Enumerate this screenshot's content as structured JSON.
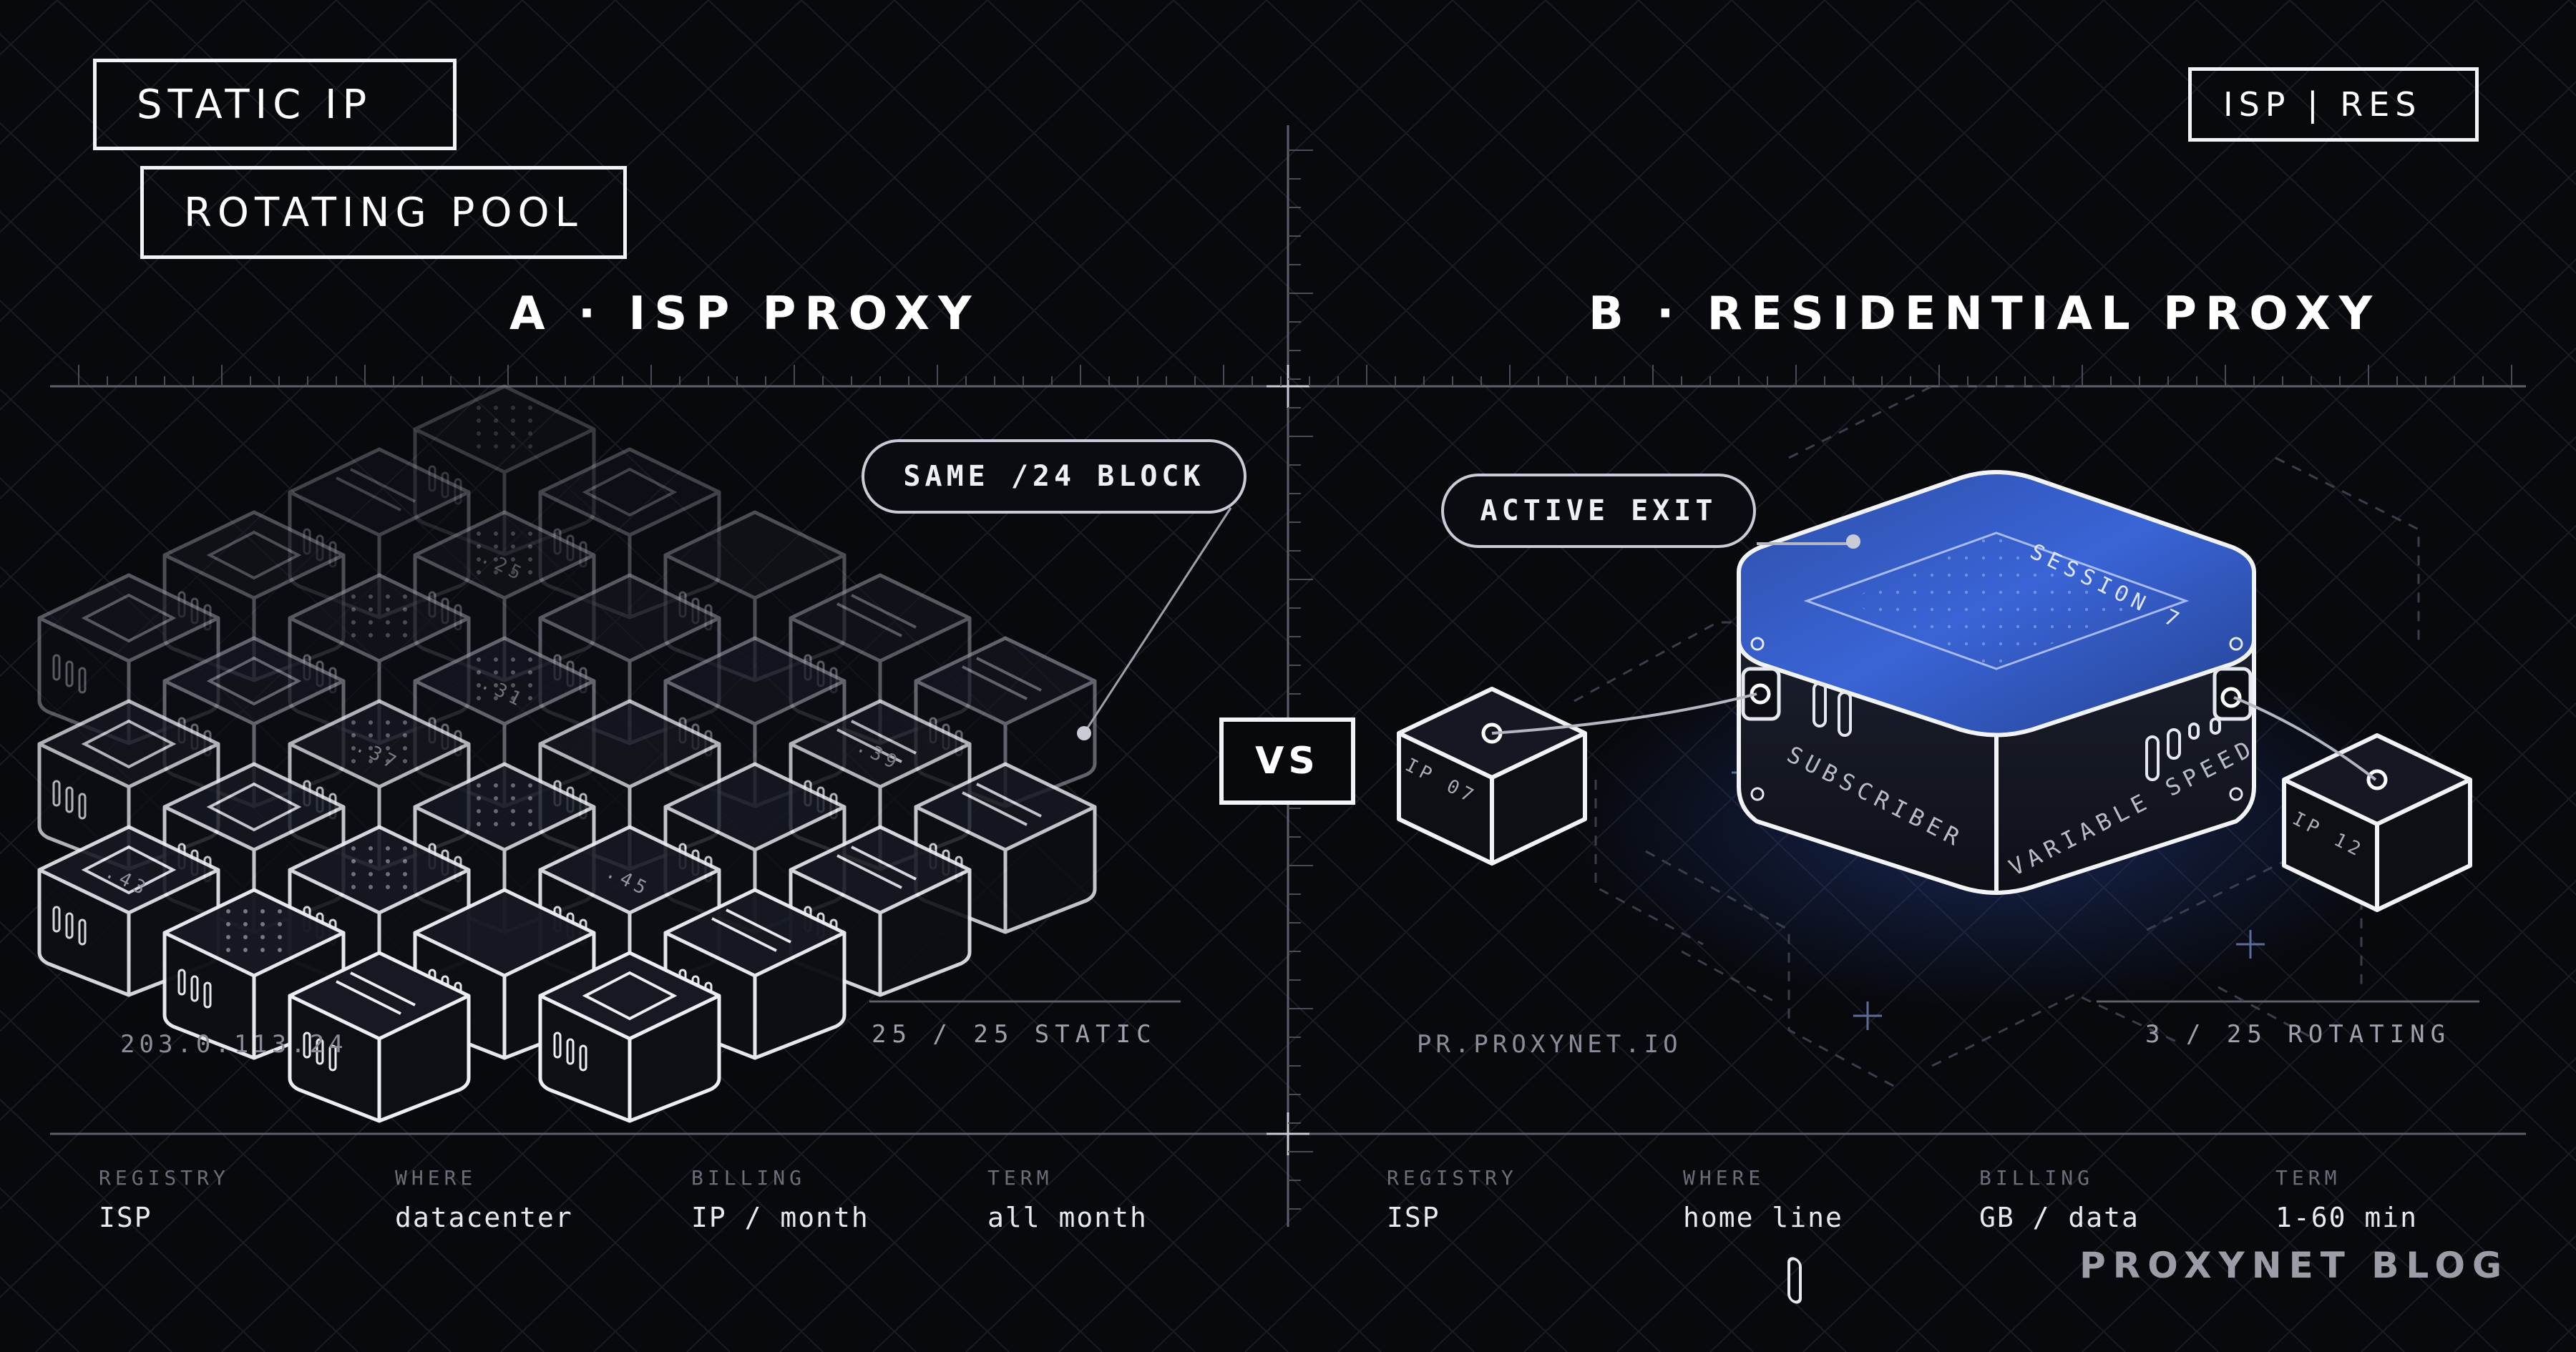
{
  "tags": {
    "static_ip": "STATIC IP",
    "rotating_pool": "ROTATING POOL",
    "isp_res": "ISP | RES"
  },
  "left": {
    "heading": "A · ISP PROXY",
    "callout": "SAME /24 BLOCK",
    "ip": "203.0.113.24",
    "stat": "25 / 25 STATIC",
    "cube_labels": [
      ".25",
      ".31",
      ".39",
      ".37",
      ".45",
      ".43"
    ],
    "specs": [
      {
        "label": "REGISTRY",
        "value": "ISP"
      },
      {
        "label": "WHERE",
        "value": "datacenter"
      },
      {
        "label": "BILLING",
        "value": "IP / month"
      },
      {
        "label": "TERM",
        "value": "all month"
      }
    ]
  },
  "right": {
    "heading": "B · RESIDENTIAL PROXY",
    "callout": "ACTIVE EXIT",
    "host": "PR.PROXYNET.IO",
    "stat": "3 / 25 ROTATING",
    "session": "SESSION 7",
    "subscriber": "SUBSCRIBER",
    "speed": "VARIABLE SPEED",
    "ip_left": "IP 07",
    "ip_right": "IP 12",
    "specs": [
      {
        "label": "REGISTRY",
        "value": "ISP"
      },
      {
        "label": "WHERE",
        "value": "home line"
      },
      {
        "label": "BILLING",
        "value": "GB / data"
      },
      {
        "label": "TERM",
        "value": "1-60 min"
      }
    ]
  },
  "vs": "VS",
  "brand": "PROXYNET BLOG",
  "colors": {
    "background": "#08090d",
    "line": "#f2f3f7",
    "accent": "#2f59c8"
  }
}
